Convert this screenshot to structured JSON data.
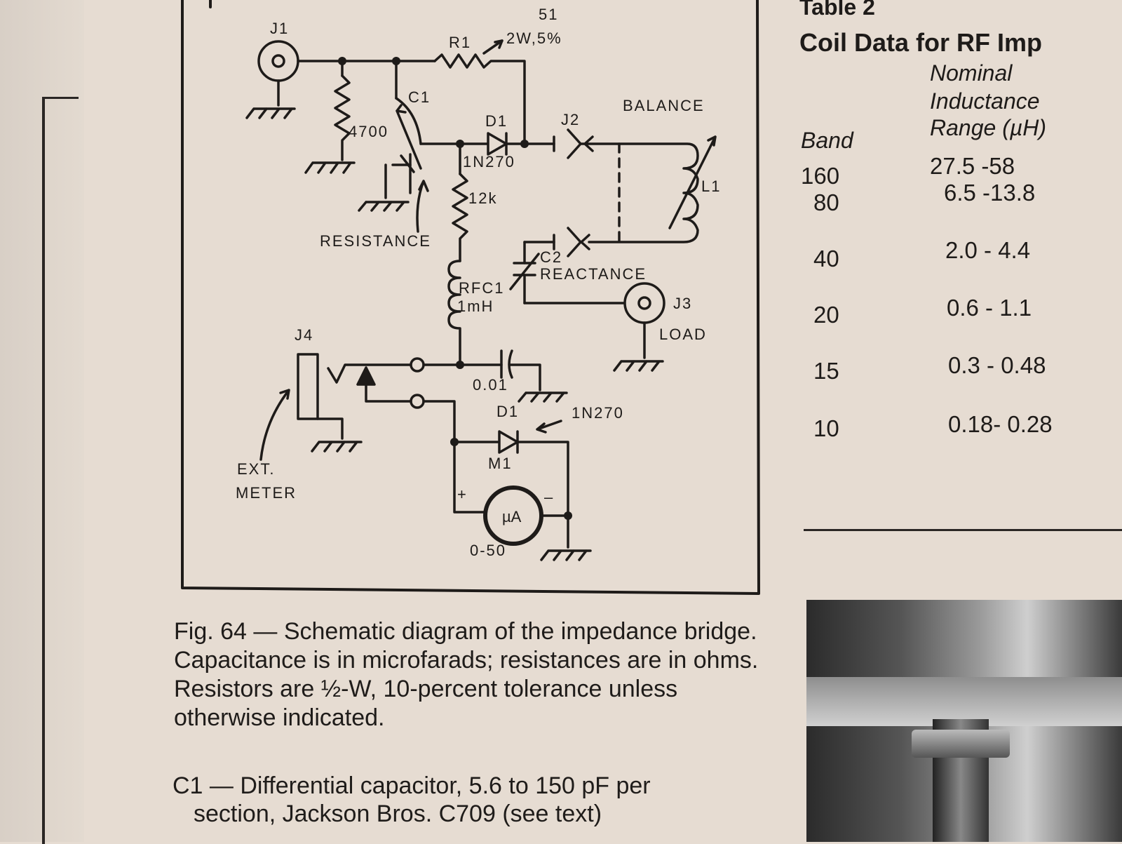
{
  "schematic": {
    "j1": "J1",
    "r1": "R1",
    "r1_value": "51",
    "r1_rating": "2W,5%",
    "c1": "C1",
    "r_4700": "4700",
    "d1_top": "D1",
    "d1_top_type": "1N270",
    "j2": "J2",
    "balance": "BALANCE",
    "l1": "L1",
    "r_12k": "12k",
    "resistance": "RESISTANCE",
    "c2": "C2",
    "reactance": "REACTANCE",
    "rfc1": "RFC1",
    "rfc1_value": "1mH",
    "j3": "J3",
    "load": "LOAD",
    "j4": "J4",
    "cap_001": "0.01",
    "d1_bottom": "D1",
    "d1_bottom_type": "1N270",
    "m1": "M1",
    "meter_unit": "µA",
    "meter_range": "0-50",
    "plus": "+",
    "minus": "–",
    "ext_line1": "EXT.",
    "ext_line2": "METER"
  },
  "caption": "Fig. 64 — Schematic diagram of the impedance bridge. Capacitance is in microfarads; resistances are in ohms. Resistors are ½-W, 10-percent tolerance unless otherwise indicated.",
  "parts_list": {
    "line1": "C1 — Differential capacitor, 5.6 to 150 pF per",
    "line2": "section, Jackson Bros. C709 (see text)"
  },
  "table": {
    "label": "Table 2",
    "title": "Coil Data for RF Imp",
    "col_band": "Band",
    "col_range_l1": "Nominal",
    "col_range_l2": "Inductance",
    "col_range_l3": "Range (µH)",
    "rows": [
      {
        "band": "160",
        "range": "27.5 -58"
      },
      {
        "band": "80",
        "range": "6.5 -13.8"
      },
      {
        "band": "40",
        "range": "2.0 - 4.4"
      },
      {
        "band": "20",
        "range": "0.6 - 1.1"
      },
      {
        "band": "15",
        "range": "0.3 - 0.48"
      },
      {
        "band": "10",
        "range": "0.18- 0.28"
      }
    ]
  }
}
